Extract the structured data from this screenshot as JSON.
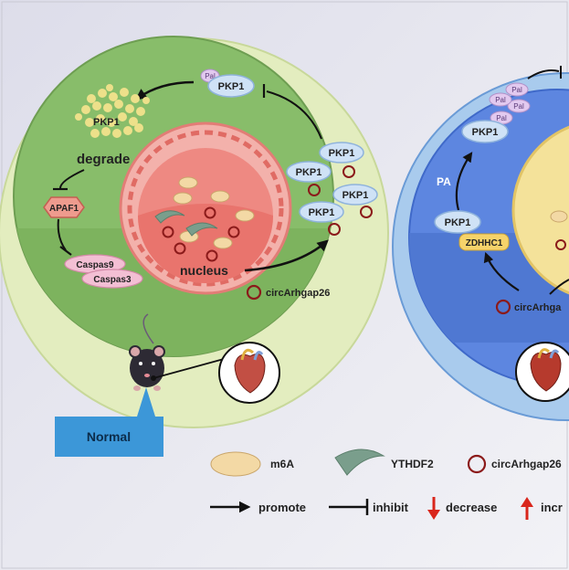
{
  "labels": {
    "pal": "Pal",
    "pkp1": "PKP1",
    "degrade": "degrade",
    "apaf1": "APAF1",
    "caspas9": "Caspas9",
    "caspas3": "Caspas3",
    "nucleus": "nucleus",
    "circ": "circArhgap26",
    "circ_cut": "circArhga",
    "pa": "PA",
    "zdhhc1": "ZDHHC1",
    "normal": "Normal"
  },
  "legend": {
    "m6a": "m6A",
    "ythdf2": "YTHDF2",
    "circ": "circArhgap26",
    "promote": "promote",
    "inhibit": "inhibit",
    "decrease": "decrease",
    "increase": "incr"
  },
  "colors": {
    "left_cell_outer": "#e3edbf",
    "left_cytoplasm_top": "#88bd6a",
    "left_cytoplasm_bottom": "#7db35e",
    "nucleus": "#ef8b86",
    "right_cell_outer": "#a9cbed",
    "right_cytoplasm": "#5d86e0",
    "right_nucleus": "#f4e29a",
    "normal_box": "#3c97d8",
    "circ_ring": "#8b1a1a",
    "arrow_red": "#d9261c"
  }
}
